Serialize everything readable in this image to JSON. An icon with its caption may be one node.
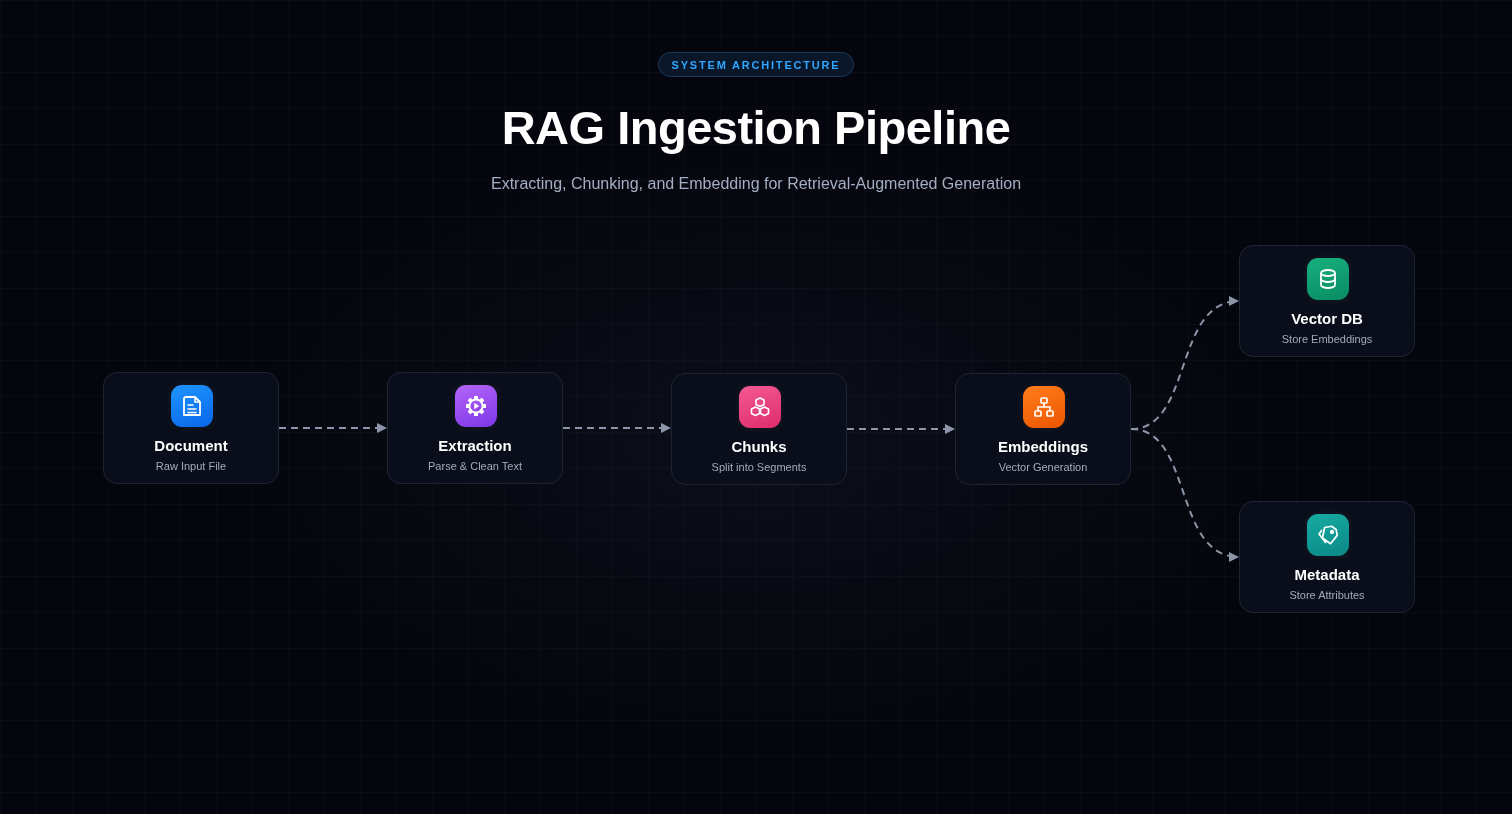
{
  "diagram": {
    "title": "RAG Ingestion Pipeline",
    "nodes": [
      {
        "text": [
          "Document",
          "Raw Input File"
        ]
      },
      {
        "text": [
          "Extraction",
          "Parse & Clean Text"
        ]
      },
      {
        "text": [
          "Chunks",
          "Split into Segments"
        ]
      },
      {
        "text": [
          "Embeddings",
          "Vector Generation"
        ]
      },
      {
        "text": [
          "Vector DB",
          "Store Embeddings"
        ]
      },
      {
        "text": [
          "Metadata",
          "Store Attributes"
        ]
      }
    ],
    "edges": [
      {
        "from": 0,
        "to": 1,
        "arrow": "to",
        "style": "dashed"
      },
      {
        "from": 1,
        "to": 2,
        "arrow": "to",
        "style": "dashed"
      },
      {
        "from": 2,
        "to": 3,
        "arrow": "to",
        "style": "dashed"
      },
      {
        "from": 3,
        "to": 4,
        "arrow": "to",
        "style": "dashed"
      },
      {
        "from": 3,
        "to": 5,
        "arrow": "to",
        "style": "dashed"
      }
    ],
    "labels": [
      "SYSTEM ARCHITECTURE",
      "Extracting, Chunking, and Embedding for Retrieval-Augmented Generation"
    ]
  }
}
